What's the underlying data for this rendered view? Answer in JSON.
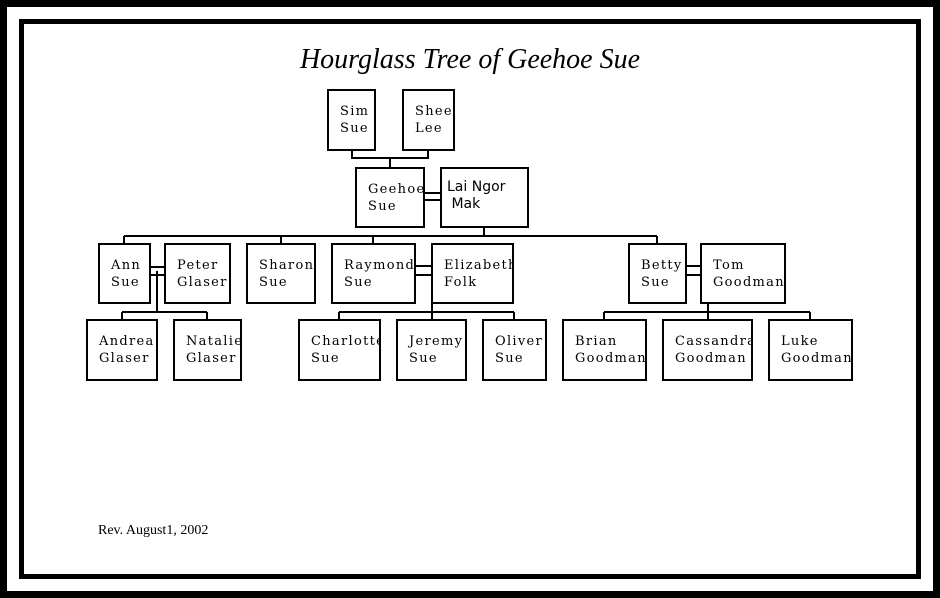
{
  "title": "Hourglass Tree of Geehoe Sue",
  "revision": "Rev. August1, 2002",
  "people": {
    "sim_sue": "Sim\nSue",
    "shee_lee": "Shee\nLee",
    "geehoe_sue": "Geehoe\nSue",
    "lai_ngor_mak": "Lai Ngor\n Mak",
    "ann_sue": "Ann\nSue",
    "peter_glaser": "Peter\nGlaser",
    "sharon_sue": "Sharon\nSue",
    "raymond_sue": "Raymond\nSue",
    "elizabeth_folk": "Elizabeth\nFolk",
    "betty_sue": "Betty\nSue",
    "tom_goodman": "Tom\nGoodman",
    "andrea_glaser": "Andrea\nGlaser",
    "natalie_glaser": "Natalie\nGlaser",
    "charlotte_sue": "Charlotte\nSue",
    "jeremy_sue": "Jeremy\nSue",
    "oliver_sue": "Oliver\nSue",
    "brian_goodman": "Brian\nGoodman",
    "cassandra_goodman": "Cassandra\nGoodman",
    "luke_goodman": "Luke\nGoodman"
  }
}
